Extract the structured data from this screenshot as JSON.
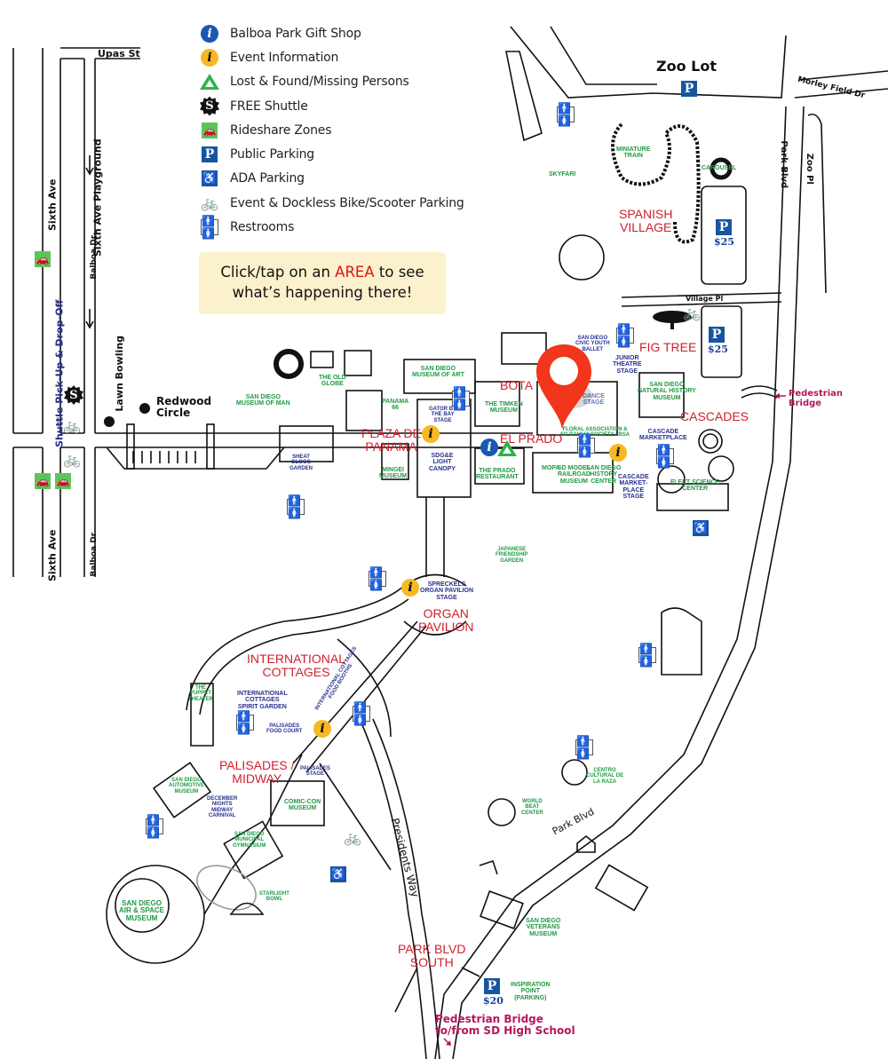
{
  "legend": [
    {
      "icon": "info-blue-icon",
      "glyph": "i",
      "label": "Balboa Park Gift Shop"
    },
    {
      "icon": "info-yellow-icon",
      "glyph": "i",
      "label": "Event Information"
    },
    {
      "icon": "lost-found-triangle-icon",
      "glyph": "",
      "label": "Lost & Found/Missing Persons"
    },
    {
      "icon": "shuttle-icon",
      "glyph": "S",
      "label": "FREE Shuttle"
    },
    {
      "icon": "rideshare-icon",
      "glyph": "🚗",
      "label": "Rideshare Zones"
    },
    {
      "icon": "parking-icon",
      "glyph": "P",
      "label": "Public Parking"
    },
    {
      "icon": "ada-parking-icon",
      "glyph": "♿",
      "label": "ADA Parking"
    },
    {
      "icon": "bike-icon",
      "glyph": "🚲",
      "label": "Event & Dockless Bike/Scooter Parking"
    },
    {
      "icon": "restroom-icon",
      "glyph": "🚹🚺",
      "label": "Restrooms"
    }
  ],
  "callout": {
    "prefix": "Click/tap on an ",
    "highlight": "AREA",
    "suffix": " to see",
    "line2": "what’s happening there!"
  },
  "areas": {
    "spanish_village": [
      "SPANISH",
      "VILLAGE"
    ],
    "fig_tree": "FIG TREE",
    "botanical": "BOTA",
    "el_prado": "EL PRADO",
    "cascades": "CASCADES",
    "plaza_de_panama": [
      "PLAZA DE",
      "PANAMA"
    ],
    "organ_pavilion": [
      "ORGAN",
      "PAVILION"
    ],
    "international_cottages": [
      "INTERNATIONAL",
      "COTTAGES"
    ],
    "palisades_midway": [
      "PALISADES /",
      "MIDWAY"
    ],
    "park_blvd_south": [
      "PARK BLVD",
      "SOUTH"
    ]
  },
  "venues_green": {
    "miniature_train": [
      "MINIATURE",
      "TRAIN"
    ],
    "skyfari": "SKYFARI",
    "carousel": "CAROUSEL",
    "museum_of_man": [
      "SAN DIEGO",
      "MUSEUM OF MAN"
    ],
    "old_globe": [
      "THE OLD",
      "GLOBE"
    ],
    "museum_of_art": [
      "SAN DIEGO",
      "MUSEUM OF ART"
    ],
    "panama66": [
      "PANAMA",
      "66"
    ],
    "timken": [
      "THE TIMKEN",
      "MUSEUM"
    ],
    "mingei": [
      "MINGEI",
      "MUSEUM"
    ],
    "natural_history": [
      "SAN DIEGO",
      "NATURAL HISTORY",
      "MUSEUM"
    ],
    "prado_restaurant": [
      "THE PRADO",
      "RESTAURANT"
    ],
    "mopa": "MOPA",
    "model_railroad": [
      "SD MODEL",
      "RAILROAD",
      "MUSEUM"
    ],
    "history_center": [
      "SAN DIEGO",
      "HISTORY",
      "CENTER"
    ],
    "floral": [
      "FLORAL ASSOCIATION &",
      "SD DAHLIA SOCIETY / BSA"
    ],
    "fleet": [
      "FLEET SCIENCE",
      "CENTER"
    ],
    "japanese_garden": [
      "JAPANESE",
      "FRIENDSHIP",
      "GARDEN"
    ],
    "puppet_theater": [
      "THE",
      "PUPPET",
      "THEATER"
    ],
    "automotive": [
      "SAN DIEGO",
      "AUTOMOTIVE",
      "MUSEUM"
    ],
    "comic_con": [
      "COMIC-CON",
      "MUSEUM"
    ],
    "gymnasium": [
      "SAN DIEGO",
      "MUNICIPAL",
      "GYMNASIUM"
    ],
    "starlight": [
      "STARLIGHT",
      "BOWL"
    ],
    "air_space": [
      "SAN DIEGO",
      "AIR & SPACE",
      "MUSEUM"
    ],
    "world_beat": [
      "WORLD",
      "BEAT",
      "CENTER"
    ],
    "centro": [
      "CENTRO",
      "CULTURAL DE",
      "LA RAZA"
    ],
    "veterans": [
      "SAN DIEGO",
      "VETERANS",
      "MUSEUM"
    ],
    "inspiration_point": [
      "INSPIRATION",
      "POINT",
      "(PARKING)"
    ]
  },
  "venues_blue": {
    "youth_ballet": [
      "SAN DIEGO",
      "CIVIC YOUTH",
      "BALLET"
    ],
    "junior_theatre": [
      "JUNIOR",
      "THEATRE",
      "STAGE"
    ],
    "gator_stage": [
      "GATOR BY",
      "THE BAY",
      "STAGE"
    ],
    "light_canopy": [
      "SDG&E",
      "LIGHT",
      "CANOPY"
    ],
    "alcazar": [
      "SHEAT",
      "GLOGG",
      "GARDEN"
    ],
    "cascade_marketplace": [
      "CASCADE",
      "MARKETPLACE"
    ],
    "cascade_stage": [
      "CASCADE",
      "MARKET-",
      "PLACE",
      "STAGE"
    ],
    "spreckels": [
      "SPRECKELS",
      "ORGAN PAVILION",
      "STAGE"
    ],
    "spirit_garden": [
      "INTERNATIONAL",
      "COTTAGES",
      "SPIRIT GARDEN"
    ],
    "food_booths": [
      "INTERNATIONAL COTTAGES",
      "FOOD BOOTHS"
    ],
    "food_court": [
      "PALISADES",
      "FOOD COURT"
    ],
    "palisades_stage": [
      "PALISADES",
      "STAGE"
    ],
    "december_nights": [
      "DECEMBER",
      "NIGHTS",
      "MIDWAY",
      "CARNIVAL"
    ],
    "dance_stage": [
      "DANCE",
      "STAGE"
    ]
  },
  "streets": {
    "upas": "Upas St",
    "zoo_lot": "Zoo Lot",
    "morley": "Morley Field Dr",
    "park_blvd": "Park Blvd",
    "zoo_pl": "Zoo Pl",
    "village_pl": "Village Pl",
    "sixth_ave": "Sixth Ave",
    "sixth_playground": "Sixth Ave Playground",
    "balboa_dr": "Balboa Dr",
    "shuttle_pickup": "Shuttle Pick-Up & Drop-Off",
    "lawn_bowling": "Lawn Bowling",
    "redwood": [
      "Redwood",
      "Circle"
    ],
    "presidents_way": "Presidents Way",
    "park_blvd_lower": "Park Blvd"
  },
  "pedestrian_bridge": [
    "Pedestrian",
    "Bridge"
  ],
  "pedestrian_bridge_south": [
    "Pedestrian Bridge",
    "to/from SD High School"
  ],
  "prices": {
    "zoo_village": "$25",
    "fig_tree": "$25",
    "inspiration": "$20"
  },
  "colors": {
    "area_red": "#d0202c",
    "venue_green": "#1e9a44",
    "stage_blue": "#27308f",
    "marker_red": "#f2361c",
    "callout_bg": "#fcf1cd",
    "parking_blue": "#17559e"
  },
  "selected_marker": {
    "area": "EL PRADO"
  }
}
